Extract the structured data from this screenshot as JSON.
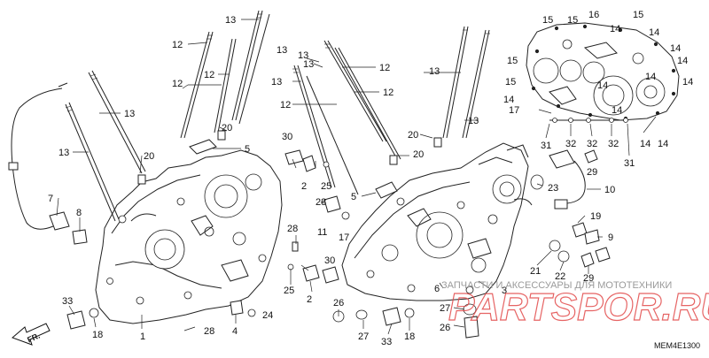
{
  "diagram": {
    "code": "MEM4E1300",
    "direction_label": "FR.",
    "watermark_caption": "ЗАПЧАСТИ И АКСЕССУАРЫ ДЛЯ МОТОТЕХНИКИ",
    "watermark_logo": "PARTSPOR.RU",
    "callouts": [
      "1",
      "2",
      "3",
      "4",
      "5",
      "6",
      "7",
      "8",
      "9",
      "10",
      "11",
      "12",
      "13",
      "14",
      "15",
      "16",
      "17",
      "18",
      "19",
      "20",
      "21",
      "22",
      "23",
      "24",
      "25",
      "26",
      "27",
      "28",
      "29",
      "30",
      "31",
      "32",
      "33"
    ]
  }
}
